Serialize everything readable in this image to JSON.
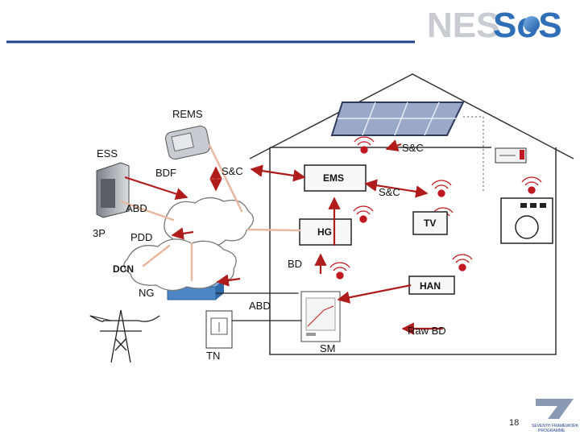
{
  "logo": {
    "text_nes": "NES",
    "text_sos": "SoS"
  },
  "labels": {
    "rems": "REMS",
    "ess": "ESS",
    "bdf": "BDF",
    "sc_top": "S&C",
    "sc_mid": "S&C",
    "sc_right": "S&C",
    "ems": "EMS",
    "abd_top": "ABD",
    "three_p": "3P",
    "pdd": "PDD",
    "hg": "HG",
    "tv": "TV",
    "bd": "BD",
    "dcn": "DCN",
    "han": "HAN",
    "ng": "NG",
    "abd_bottom": "ABD",
    "raw_bd": "Raw BD",
    "sm": "SM",
    "tn": "TN"
  },
  "page_number": "18",
  "fp7_logo": {
    "line1": "SEVENTH FRAMEWORK",
    "line2": "PROGRAMME"
  },
  "colors": {
    "arrow_red": "#b01c1c",
    "title_line": "#1f3f8a",
    "cloud_stroke": "#777777",
    "wireless_red": "#c0181e"
  }
}
